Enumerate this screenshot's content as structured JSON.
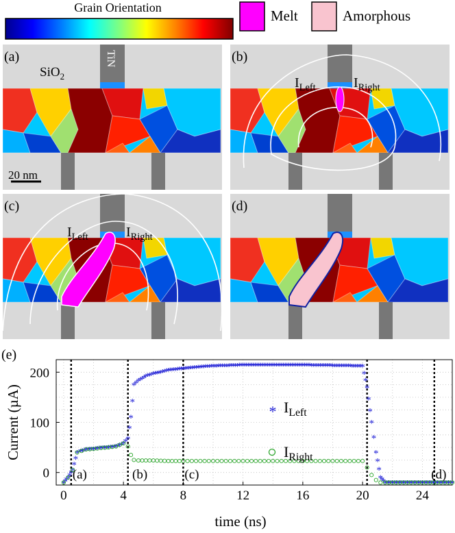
{
  "legend": {
    "colorbar_title": "Grain Orientation",
    "melt_label": "Melt",
    "amorphous_label": "Amorphous",
    "colors": {
      "melt": "#ff00ff",
      "amorphous": "#f9c4cf",
      "oxide": "#d9d9d9",
      "tin": "#777777"
    }
  },
  "panels": [
    {
      "id": "a",
      "label": "(a)",
      "material_label": "SiO",
      "material_subscript": "2",
      "electrode_label": "TiN",
      "scale_bar_label": "20 nm"
    },
    {
      "id": "b",
      "label": "(b)",
      "current_left": "I",
      "current_left_sub": "Left",
      "current_right": "I",
      "current_right_sub": "Right"
    },
    {
      "id": "c",
      "label": "(c)",
      "current_left": "I",
      "current_left_sub": "Left",
      "current_right": "I",
      "current_right_sub": "Right"
    },
    {
      "id": "d",
      "label": "(d)"
    }
  ],
  "chart_data": {
    "type": "scatter",
    "panel_label": "(e)",
    "xlabel": "time (ns)",
    "ylabel": "Current (µA)",
    "xlim": [
      -0.5,
      26
    ],
    "ylim": [
      -25,
      225
    ],
    "xticks": [
      0,
      4,
      8,
      12,
      16,
      20,
      24
    ],
    "yticks": [
      0,
      100,
      200
    ],
    "grid": true,
    "legend_placement": "right-inside",
    "series": [
      {
        "name": "I",
        "name_sub": "Left",
        "marker": "*",
        "color": "#1f1fd6",
        "x": [
          0.0,
          0.3,
          0.6,
          0.9,
          1.5,
          2.0,
          2.5,
          3.0,
          3.5,
          4.0,
          4.3,
          4.5,
          4.7,
          5.0,
          5.5,
          6.0,
          6.5,
          7.0,
          8.0,
          9.0,
          10.0,
          11.0,
          12.0,
          14.0,
          16.0,
          18.0,
          20.0,
          20.3,
          20.6,
          20.9,
          21.2,
          21.5,
          22.0,
          23.0,
          24.0,
          25.0,
          26.0
        ],
        "y": [
          -20,
          -10,
          5,
          40,
          46,
          47,
          49,
          50,
          52,
          58,
          68,
          110,
          175,
          183,
          192,
          197,
          200,
          204,
          207,
          210,
          212,
          213,
          214,
          214,
          214,
          213,
          212,
          170,
          100,
          40,
          -10,
          -20,
          -20,
          -20,
          -20,
          -20,
          -20
        ]
      },
      {
        "name": "I",
        "name_sub": "Right",
        "marker": "o",
        "color": "#2aa52a",
        "x": [
          0.0,
          0.3,
          0.6,
          0.9,
          1.5,
          2.0,
          2.5,
          3.0,
          3.5,
          4.0,
          4.3,
          4.5,
          4.7,
          5.0,
          6.0,
          7.0,
          8.0,
          10.0,
          12.0,
          14.0,
          16.0,
          18.0,
          20.0,
          20.3,
          20.6,
          20.9,
          21.2,
          21.5,
          22.0,
          23.0,
          24.0,
          25.0,
          26.0
        ],
        "y": [
          -20,
          -10,
          5,
          40,
          46,
          47,
          49,
          50,
          52,
          58,
          52,
          35,
          25,
          24,
          24,
          23,
          23,
          23,
          23,
          23,
          23,
          23,
          23,
          10,
          -5,
          -15,
          -20,
          -20,
          -20,
          -20,
          -20,
          -20,
          -20
        ]
      }
    ],
    "annotations": [
      {
        "text": "(a)",
        "x": 0.5
      },
      {
        "text": "(b)",
        "x": 4.5
      },
      {
        "text": "(c)",
        "x": 8.0
      },
      {
        "text": "(d)",
        "x": 24.5
      }
    ],
    "markers_vertical": [
      0.5,
      4.3,
      8.0,
      20.3,
      24.8
    ]
  }
}
